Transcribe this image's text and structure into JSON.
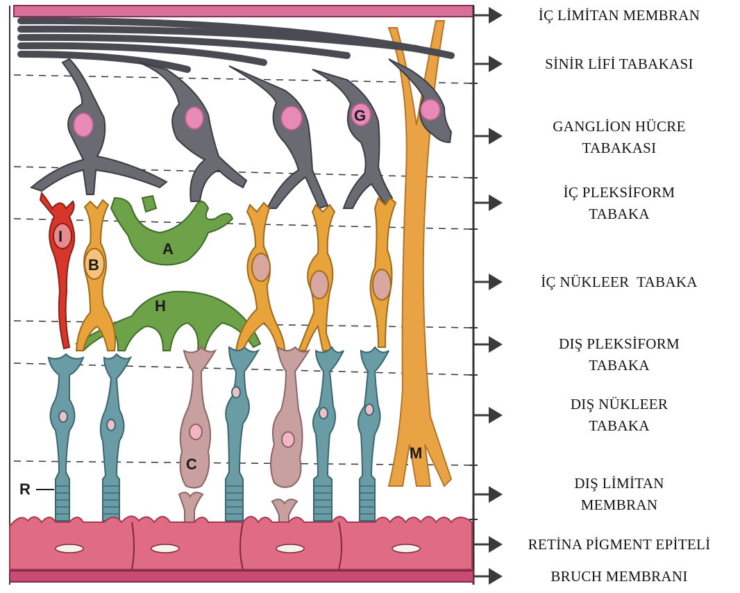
{
  "layers": [
    {
      "id": "ic-limitan",
      "lines": [
        "İÇ LİMİTAN MEMBRAN"
      ]
    },
    {
      "id": "sinir-lifi",
      "lines": [
        "SİNİR LİFİ TABAKASI"
      ]
    },
    {
      "id": "ganglion",
      "lines": [
        "GANGLİON HÜCRE",
        "TABAKASI"
      ]
    },
    {
      "id": "ic-pleksiform",
      "lines": [
        "İÇ PLEKSİFORM",
        "TABAKA"
      ]
    },
    {
      "id": "ic-nukleer",
      "lines": [
        "İÇ NÜKLEER  TABAKA"
      ]
    },
    {
      "id": "dis-pleksiform",
      "lines": [
        "DIŞ PLEKSİFORM",
        "TABAKA"
      ]
    },
    {
      "id": "dis-nukleer",
      "lines": [
        "DIŞ NÜKLEER",
        "TABAKA"
      ]
    },
    {
      "id": "dis-limitan",
      "lines": [
        "DIŞ LİMİTAN",
        "MEMBRAN"
      ]
    },
    {
      "id": "rpe",
      "lines": [
        "RETİNA PİGMENT EPİTELİ"
      ]
    },
    {
      "id": "bruch",
      "lines": [
        "BRUCH MEMBRANI"
      ]
    }
  ],
  "cell_letters": {
    "interplexiform": "I",
    "bipolar": "B",
    "amacrine": "A",
    "horizontal": "H",
    "ganglion": "G",
    "cone": "C",
    "rod": "R",
    "muller": "M"
  },
  "colors": {
    "ganglion": "#5e5e66",
    "nucleus": "#e88ab8",
    "bipolar": "#e8a33a",
    "muller": "#e9a344",
    "amacrine": "#6ea249",
    "interplexiform": "#d7372b",
    "rod": "#6a9ca6",
    "cone": "#c8a0a0",
    "rpe": "#e06b84",
    "membrane": "#c94a72"
  }
}
